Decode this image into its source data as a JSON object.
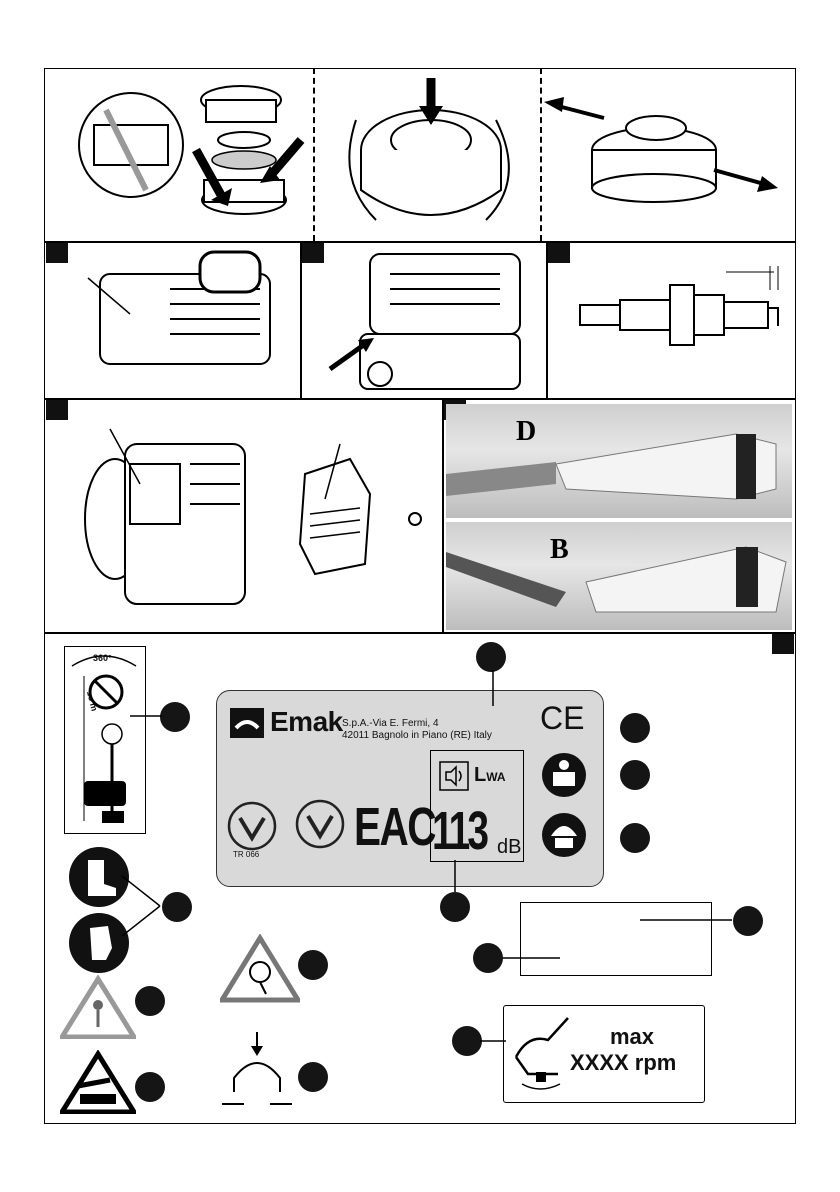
{
  "photo_labels": {
    "top": "D",
    "bottom": "B"
  },
  "rating_plate": {
    "brand": "Emak",
    "address_line1": "S.p.A.-Via E. Fermi, 4",
    "address_line2": "42011 Bagnolo in Piano (RE) Italy",
    "certification_code": "TR 066",
    "eac_mark": "EAC",
    "ce_mark": "CE",
    "sound_label": "L",
    "sound_label_sub": "WA",
    "sound_value": "113",
    "sound_unit": "dB"
  },
  "safety_label": {
    "angle": "360°",
    "distance": "15 m"
  },
  "rpm_label": {
    "line1": "max",
    "line2": "XXXX rpm"
  }
}
